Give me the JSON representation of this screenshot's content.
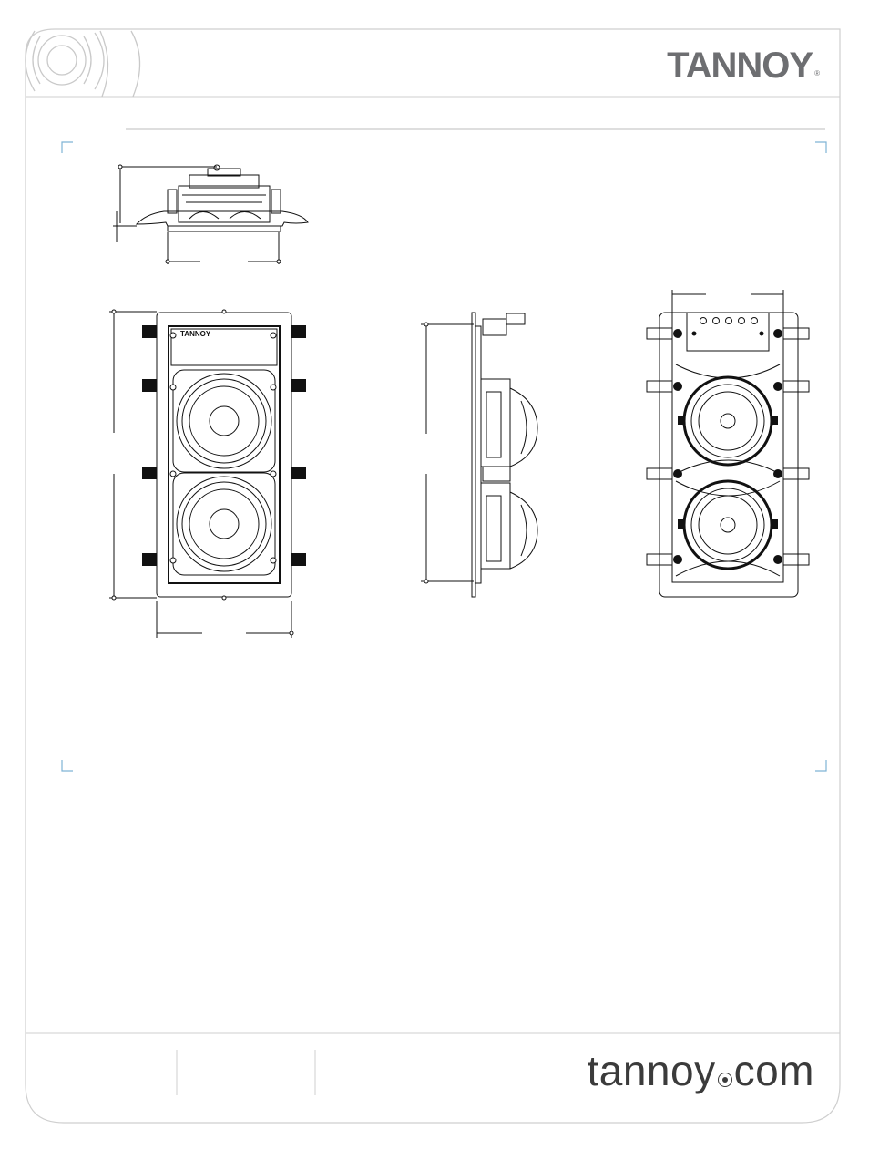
{
  "header": {
    "brand": "TANNOY",
    "registered": "®"
  },
  "footer": {
    "website_pre": "tannoy",
    "website_post": "com"
  },
  "drawings": {
    "top_view": "product-top-view",
    "front_view": "product-front-view",
    "side_view": "product-side-view",
    "rear_view": "product-rear-view",
    "front_logo": "TANNOY"
  },
  "colors": {
    "frame": "#c8c8c8",
    "corner_marks": "#7fb3d5",
    "ink": "#111111",
    "brand_gray": "#6d6e71"
  }
}
